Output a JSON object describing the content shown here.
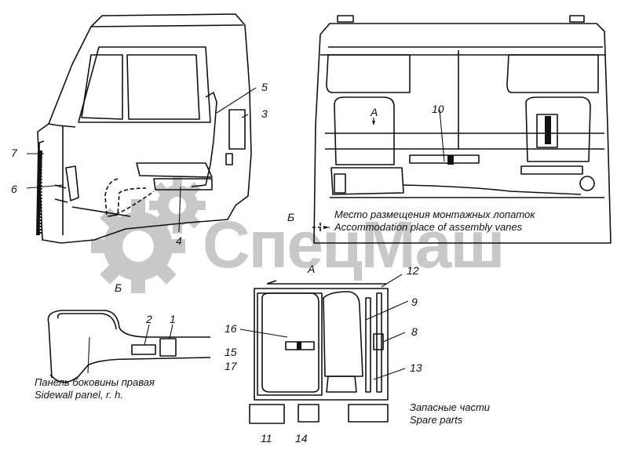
{
  "watermark": {
    "text": "СпецМаш",
    "color": "#c8c8c8"
  },
  "callouts": {
    "n1": "1",
    "n2": "2",
    "n3": "3",
    "n4": "4",
    "n5": "5",
    "n6": "6",
    "n7": "7",
    "n8": "8",
    "n9": "9",
    "n10": "10",
    "n11": "11",
    "n12": "12",
    "n13": "13",
    "n14": "14",
    "n15": "15",
    "n16": "16",
    "n17": "17"
  },
  "views": {
    "a_top": "А",
    "a_bottom": "А",
    "b_right": "Б",
    "b_left": "Б"
  },
  "captions": {
    "assembly_ru": "Место размещения монтажных лопаток",
    "assembly_en": "Accommodation place of assembly vanes",
    "sidewall_ru": "Панель боковины правая",
    "sidewall_en": "Sidewall panel, r. h.",
    "spare_ru": "Запасные части",
    "spare_en": "Spare parts"
  }
}
